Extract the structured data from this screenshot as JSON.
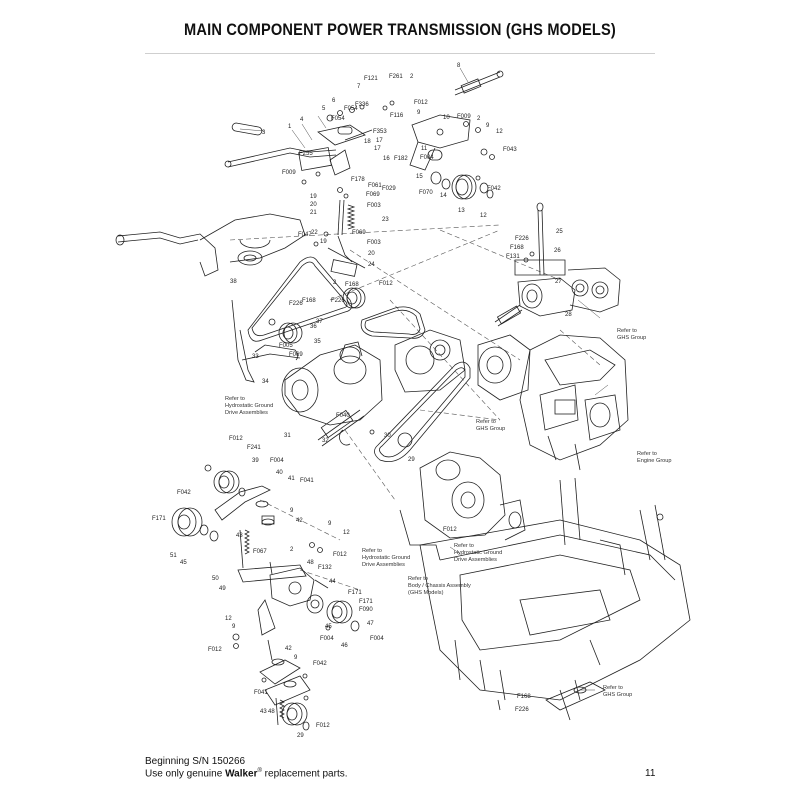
{
  "page": {
    "title": "MAIN COMPONENT POWER TRANSMISSION (GHS MODELS)",
    "footer_serial": "Beginning S/N 150266",
    "footer_text_prefix": "Use only genuine ",
    "footer_brand": "Walker",
    "footer_reg": "®",
    "footer_text_suffix": " replacement parts.",
    "page_number": "11"
  },
  "callouts": {
    "c8": "8",
    "c7": "7",
    "cF121": "F121",
    "cF261": "F261",
    "c2a": "2",
    "c6": "6",
    "c5": "5",
    "cF054a": "F054",
    "cF336": "F336",
    "cF012a": "F012",
    "c1": "1",
    "c3": "3",
    "c4": "4",
    "cF054b": "F054",
    "cF116": "F116",
    "c9a": "9",
    "cF353": "F353",
    "c10": "10",
    "cF009a": "F009",
    "c2b": "2",
    "c9b": "9",
    "c12a": "12",
    "c18": "18",
    "c17a": "17",
    "c11": "11",
    "cF255": "F255",
    "c17b": "17",
    "c16": "16",
    "cF182": "F182",
    "cF004a": "F004",
    "cF043": "F043",
    "cF009b": "F009",
    "c15": "15",
    "cF178": "F178",
    "cF061": "F061",
    "cF029": "F029",
    "cF069a": "F069",
    "cF070": "F070",
    "c14": "14",
    "cF042a": "F042",
    "c19": "19",
    "c20a": "20",
    "cF003a": "F003",
    "c13": "13",
    "c12b": "12",
    "c21": "21",
    "c23": "23",
    "cF047": "F047",
    "c22": "22",
    "c19b": "19",
    "cF069b": "F069",
    "cF003b": "F003",
    "c20b": "20",
    "c24": "24",
    "c25": "25",
    "cF226a": "F226",
    "cF168a": "F168",
    "c26": "26",
    "cF131": "F131",
    "c27": "27",
    "c38": "38",
    "c2c": "2",
    "cF168b": "F168",
    "cF012b": "F012",
    "cF226b": "F226",
    "cF168c": "F168",
    "cF226c": "F226",
    "c28": "28",
    "c37": "37",
    "c36": "36",
    "c35": "35",
    "cF005": "F005",
    "cF069c": "F069",
    "c33": "33",
    "c34": "34",
    "cF040": "F040",
    "c31": "31",
    "c32": "32",
    "c30": "30",
    "c29a": "29",
    "cF012c": "F012",
    "cF241": "F241",
    "c39": "39",
    "cF004b": "F004",
    "c40": "40",
    "c41": "41",
    "cF041a": "F041",
    "cF042b": "F042",
    "cF171a": "F171",
    "c9c": "9",
    "c42a": "42",
    "c9d": "9",
    "c12c": "12",
    "c43": "43",
    "cF067": "F067",
    "c2d": "2",
    "cF012d": "F012",
    "c51": "51",
    "c45a": "45",
    "c48": "48",
    "cF132": "F132",
    "c44": "44",
    "c50": "50",
    "c49": "49",
    "cF171b": "F171",
    "cF171c": "F171",
    "cF090": "F090",
    "c45b": "45",
    "c47": "47",
    "cF004c": "F004",
    "c46": "46",
    "cF004d": "F004",
    "c12d": "12",
    "c9e": "9",
    "cF012e": "F012",
    "c42b": "42",
    "c9f": "9",
    "cF042c": "F042",
    "cF041b": "F041",
    "c43b": "43",
    "c48b": "48",
    "c29b": "29",
    "cF012f": "F012",
    "cF012g": "F012",
    "cF168d": "F168",
    "cF226d": "F226"
  },
  "refs": {
    "ghs1": [
      "Refer to",
      "GHS Group"
    ],
    "hydro1": [
      "Refer to",
      "Hydrostatic Ground",
      "Drive Assemblies"
    ],
    "ghs2": [
      "Refer to",
      "GHS Group"
    ],
    "engine": [
      "Refer to",
      "Engine Group"
    ],
    "hydro2": [
      "Refer to",
      "Hydrostatic Ground",
      "Drive Assemblies"
    ],
    "hydro3": [
      "Refer to",
      "Hydrostatic Ground",
      "Drive Assemblies"
    ],
    "body": [
      "Refer to",
      "Body / Chassis Assembly",
      "(GHS Models)"
    ],
    "ghs3": [
      "Refer to",
      "GHS Group"
    ]
  }
}
